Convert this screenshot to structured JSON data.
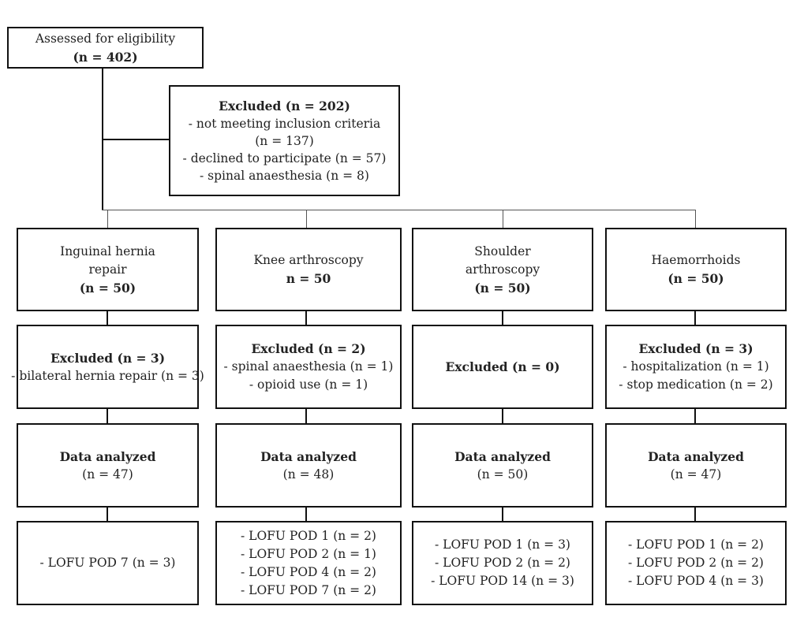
{
  "assessed": {
    "line1": "Assessed for eligibility",
    "line2": "(n = 402)"
  },
  "excluded_main": {
    "title": "Excluded (n = 202)",
    "item1a": "- not meeting inclusion criteria",
    "item1b": "(n = 137)",
    "item2": "- declined to participate (n = 57)",
    "item3": "- spinal anaesthesia (n = 8)"
  },
  "groups": [
    {
      "name_lines": [
        "Inguinal hernia",
        "repair"
      ],
      "n": "(n = 50)",
      "excluded_title": "Excluded (n = 3)",
      "excluded_items": [
        "- bilateral hernia repair (n = 3)"
      ],
      "analyzed_title": "Data analyzed",
      "analyzed_n": "(n = 47)",
      "lofu": [
        "- LOFU POD 7 (n = 3)"
      ]
    },
    {
      "name_lines": [
        "Knee arthroscopy"
      ],
      "n": "n = 50",
      "excluded_title": "Excluded (n = 2)",
      "excluded_items": [
        "- spinal anaesthesia (n = 1)",
        "- opioid use (n = 1)"
      ],
      "analyzed_title": "Data analyzed",
      "analyzed_n": "(n = 48)",
      "lofu": [
        "- LOFU POD 1 (n = 2)",
        "- LOFU POD 2 (n = 1)",
        "- LOFU POD 4 (n = 2)",
        "- LOFU POD 7 (n = 2)"
      ]
    },
    {
      "name_lines": [
        "Shoulder",
        "arthroscopy"
      ],
      "n": "(n = 50)",
      "excluded_title": "Excluded (n = 0)",
      "excluded_items": [],
      "analyzed_title": "Data analyzed",
      "analyzed_n": "(n = 50)",
      "lofu": [
        "- LOFU POD 1 (n = 3)",
        "- LOFU POD 2 (n = 2)",
        "- LOFU POD 14 (n = 3)"
      ]
    },
    {
      "name_lines": [
        "Haemorrhoids"
      ],
      "n": "(n = 50)",
      "excluded_title": "Excluded (n = 3)",
      "excluded_items": [
        "- hospitalization (n = 1)",
        "- stop medication (n = 2)"
      ],
      "analyzed_title": "Data analyzed",
      "analyzed_n": "(n = 47)",
      "lofu": [
        "- LOFU POD 1 (n = 2)",
        "- LOFU POD 2 (n = 2)",
        "- LOFU POD 4 (n = 3)"
      ]
    }
  ]
}
